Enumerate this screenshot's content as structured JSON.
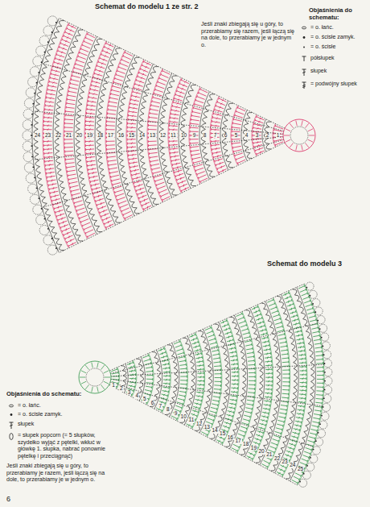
{
  "diagram": {
    "labels": [
      "Schemat do modelu 1 ze str. 2",
      "Objaśnienia do schematu:",
      "Jeśli znaki zbiegają się u góry, to przerabiamy się razem, jeśli łączą się na dole, to przerabiamy je w jednym o.",
      "Schemat do modelu 3",
      "Objaśnienia do schematu:",
      "Jeśli znaki zbiegają się u góry, to przerabiamy je razem, jeśli łączą się na dole, to przerabiamy je w jednym o.",
      "6",
      "24",
      "23",
      "22",
      "21",
      "20",
      "19",
      "18",
      "17",
      "16",
      "15",
      "14",
      "13",
      "12",
      "11",
      "10",
      "9",
      "8",
      "7",
      "6",
      "5",
      "4",
      "3",
      "2",
      "1",
      "1",
      "2",
      "3",
      "4",
      "5",
      "6",
      "7",
      "8",
      "9",
      "10",
      "11",
      "12",
      "13",
      "14",
      "15",
      "16",
      "17",
      "18",
      "19",
      "20",
      "21",
      "22",
      "23",
      "24",
      "25"
    ],
    "legend": [
      {
        "text": "= o. łańc."
      },
      {
        "text": "= o. ścisłe zamyk."
      },
      {
        "text": "= o. ścisłe"
      },
      {
        "text": "półsłupek"
      },
      {
        "text": "słupek"
      },
      {
        "text": "= podwójny słupek"
      },
      {
        "text": "= o. łańc."
      },
      {
        "text": "= o. ścisłe zamyk."
      },
      {
        "text": "słupek"
      },
      {
        "text": "= słupek popcorn (= 5 słupków, szydełko wyjąć z pętelki, wkłuć w główkę 1. słupka, nabrać ponownie pętelkę i przeciągnąć)"
      }
    ]
  }
}
